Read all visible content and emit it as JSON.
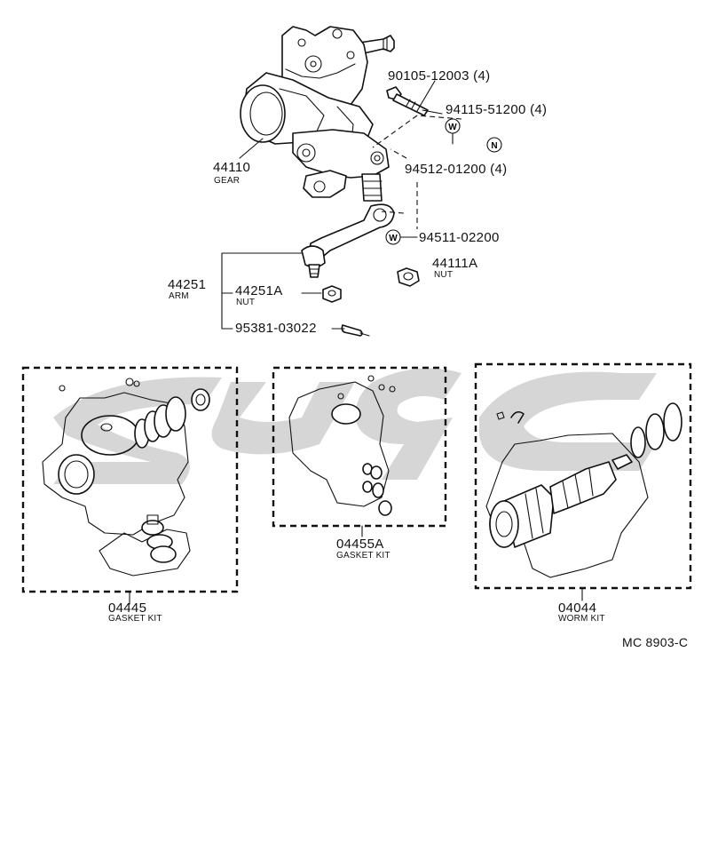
{
  "labels": {
    "gear_num": "44110",
    "gear_name": "GEAR",
    "bolt_num": "90105-12003 (4)",
    "nut_n_num": "94115-51200 (4)",
    "washer_w_num": "94512-01200 (4)",
    "washer_w2_num": "94511-02200",
    "arm_nut_num": "44111A",
    "arm_nut_name": "NUT",
    "arm_num": "44251",
    "arm_name": "ARM",
    "ball_nut_num": "44251A",
    "ball_nut_name": "NUT",
    "pin_num": "95381-03022",
    "kit1_num": "04445",
    "kit1_name": "GASKET KIT",
    "kit2_num": "04455A",
    "kit2_name": "GASKET KIT",
    "kit3_num": "04044",
    "kit3_name": "WORM KIT",
    "ref_code": "MC 8903-C"
  },
  "symbols": {
    "washer": "W",
    "nut": "N"
  }
}
